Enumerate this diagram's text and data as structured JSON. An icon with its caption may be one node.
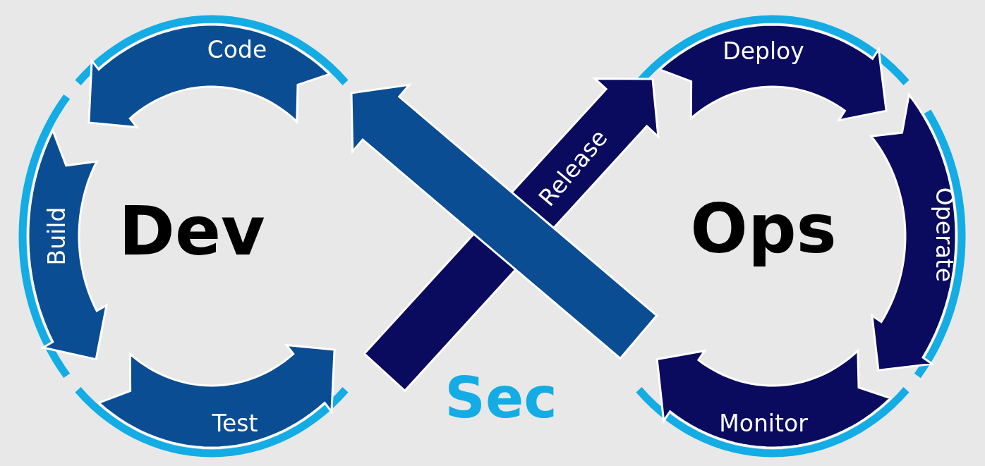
{
  "diagram": {
    "labels": [
      "Code",
      "Deploy",
      "Release",
      "Build",
      "Dev",
      "Ops",
      "Operate",
      "Test",
      "Sec",
      "Monitor"
    ]
  }
}
